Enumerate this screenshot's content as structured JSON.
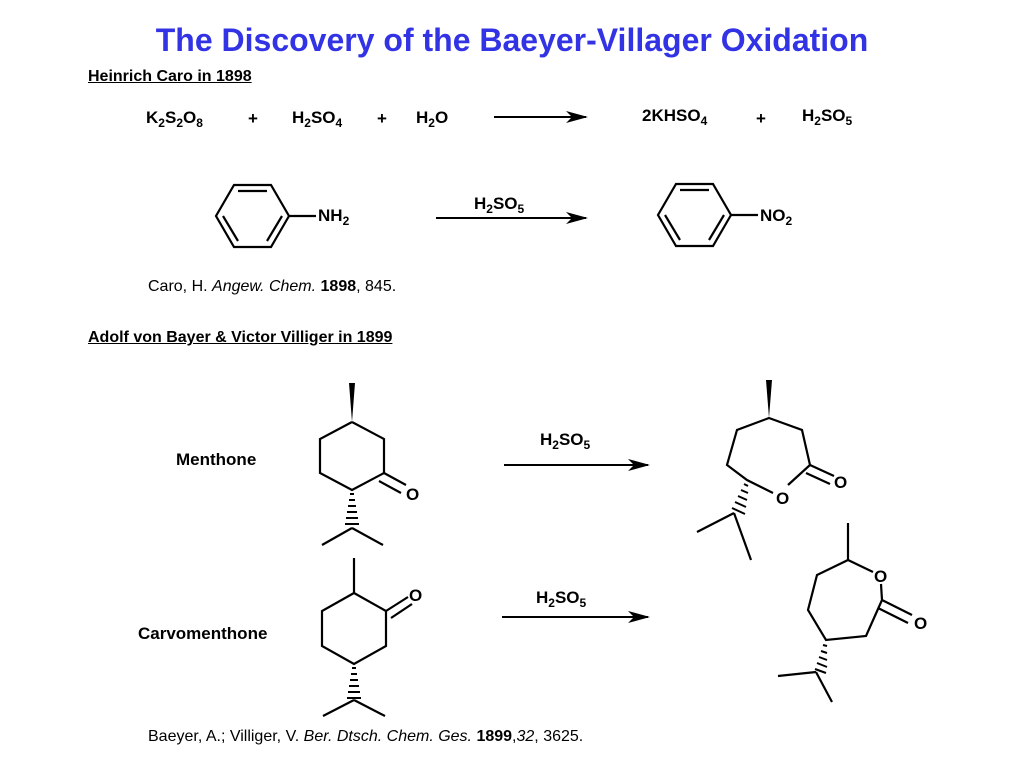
{
  "title": "The Discovery of the Baeyer-Villager Oxidation",
  "colors": {
    "title": "#3333e6",
    "text": "#000000",
    "background": "#ffffff"
  },
  "caro": {
    "heading": "Heinrich Caro in 1898",
    "eq1": {
      "r1": {
        "p1": "K",
        "s1": "2",
        "p2": "S",
        "s2": "2",
        "p3": "O",
        "s3": "8"
      },
      "plus1": "+",
      "r2": {
        "p1": "H",
        "s1": "2",
        "p2": "SO",
        "s2": "4"
      },
      "plus2": "+",
      "r3": {
        "p1": "H",
        "s1": "2",
        "p2": "O"
      },
      "prod1": {
        "p1": "2KHSO",
        "s1": "4"
      },
      "plus3": "+",
      "prod2": {
        "p1": "H",
        "s1": "2",
        "p2": "SO",
        "s2": "5"
      }
    },
    "eq2": {
      "reactant_group": {
        "p1": "NH",
        "s1": "2"
      },
      "reagent": {
        "p1": "H",
        "s1": "2",
        "p2": "SO",
        "s2": "5"
      },
      "product_group": {
        "p1": "NO",
        "s1": "2"
      }
    },
    "reference": {
      "author": "Caro, H. ",
      "journal": "Angew. Chem.",
      "year": "1898",
      "pages": ", 845."
    }
  },
  "baeyer": {
    "heading": "Adolf von Bayer & Victor Villiger in 1899",
    "menthone": {
      "label": "Menthone",
      "reagent": {
        "p1": "H",
        "s1": "2",
        "p2": "SO",
        "s2": "5"
      },
      "ketone_o": "O",
      "lactone_ring_o": "O",
      "lactone_carbonyl_o": "O"
    },
    "carvomenthone": {
      "label": "Carvomenthone",
      "reagent": {
        "p1": "H",
        "s1": "2",
        "p2": "SO",
        "s2": "5"
      },
      "ketone_o": "O",
      "lactone_ring_o": "O",
      "lactone_carbonyl_o": "O"
    },
    "reference": {
      "author": "Baeyer, A.; Villiger, V. ",
      "journal": "Ber. Dtsch. Chem. Ges.",
      "year": "1899",
      "volume": "32",
      "pages": ", 3625."
    }
  }
}
